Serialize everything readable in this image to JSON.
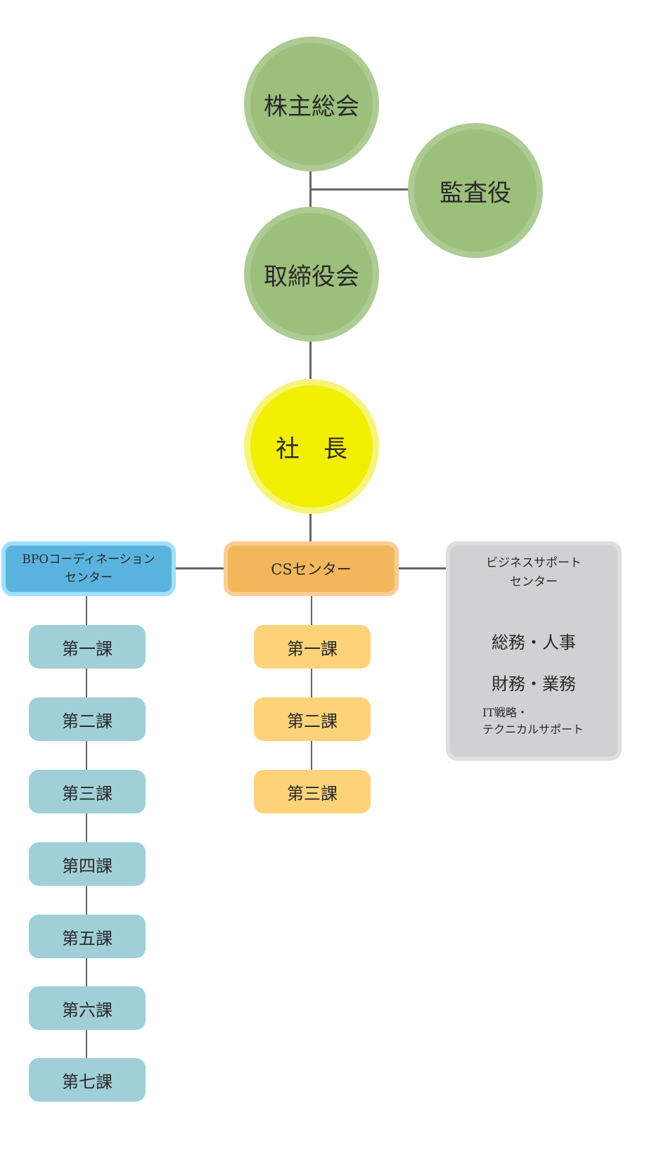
{
  "governance": {
    "shareholders": "株主総会",
    "auditor": "監査役",
    "board": "取締役会",
    "president": "社　長"
  },
  "centers": {
    "bpo": {
      "line1": "BPOコーディネーション",
      "line2": "センター"
    },
    "cs": {
      "label": "CSセンター"
    },
    "business": {
      "line1": "ビジネスサポート",
      "line2": "センター",
      "functions": [
        "総務・人事",
        "財務・業務"
      ],
      "it_line1": "IT戦略・",
      "it_line2": "テクニカルサポート"
    }
  },
  "bpo_sections": [
    "第一課",
    "第二課",
    "第三課",
    "第四課",
    "第五課",
    "第六課",
    "第七課"
  ],
  "cs_sections": [
    "第一課",
    "第二課",
    "第三課"
  ],
  "colors": {
    "green": "#9dbf7c",
    "yellow": "#f2ee00",
    "blue": "#5ab3de",
    "orange": "#f2b75b",
    "gray": "#d1d1d3"
  }
}
